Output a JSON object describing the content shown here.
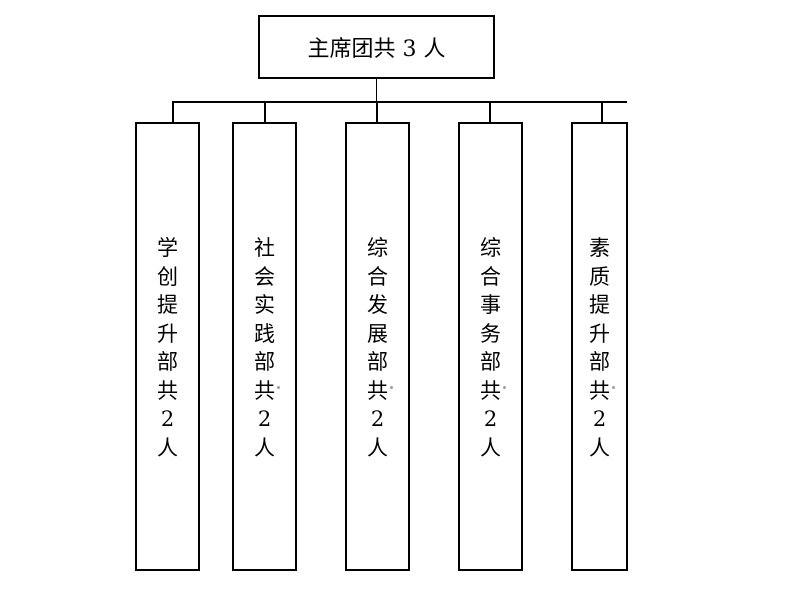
{
  "top": {
    "label": "主席团共 3 人"
  },
  "departments": [
    {
      "label": "学\n创\n提\n升\n部\n共\n2\n人"
    },
    {
      "label": "社\n会\n实\n践\n部\n共\n2\n人"
    },
    {
      "label": "综\n合\n发\n展\n部\n共\n2\n人"
    },
    {
      "label": "综\n合\n事\n务\n部\n共\n2\n人"
    },
    {
      "label": "素\n质\n提\n升\n部\n共\n2\n人"
    }
  ],
  "colors": {
    "line": "#000000",
    "background": "#ffffff",
    "dot": "#9aa0a6"
  }
}
